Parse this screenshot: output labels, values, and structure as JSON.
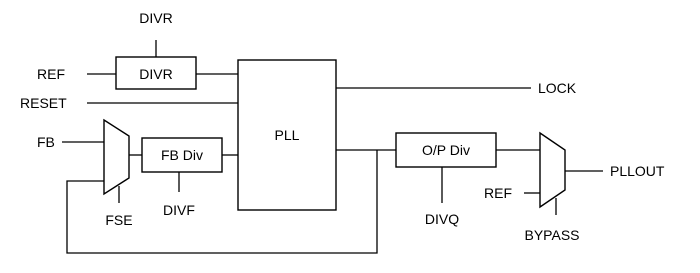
{
  "diagram": {
    "signals": {
      "divr_top": "DIVR",
      "ref_in": "REF",
      "reset": "RESET",
      "fb": "FB",
      "fse": "FSE",
      "divf": "DIVF",
      "lock": "LOCK",
      "divq": "DIVQ",
      "ref_bypass": "REF",
      "bypass": "BYPASS",
      "pllout": "PLLOUT"
    },
    "blocks": {
      "divr": "DIVR",
      "fb_div": "FB Div",
      "pll": "PLL",
      "op_div": "O/P Div"
    }
  },
  "colors": {
    "line": "#000000",
    "background": "#ffffff"
  }
}
